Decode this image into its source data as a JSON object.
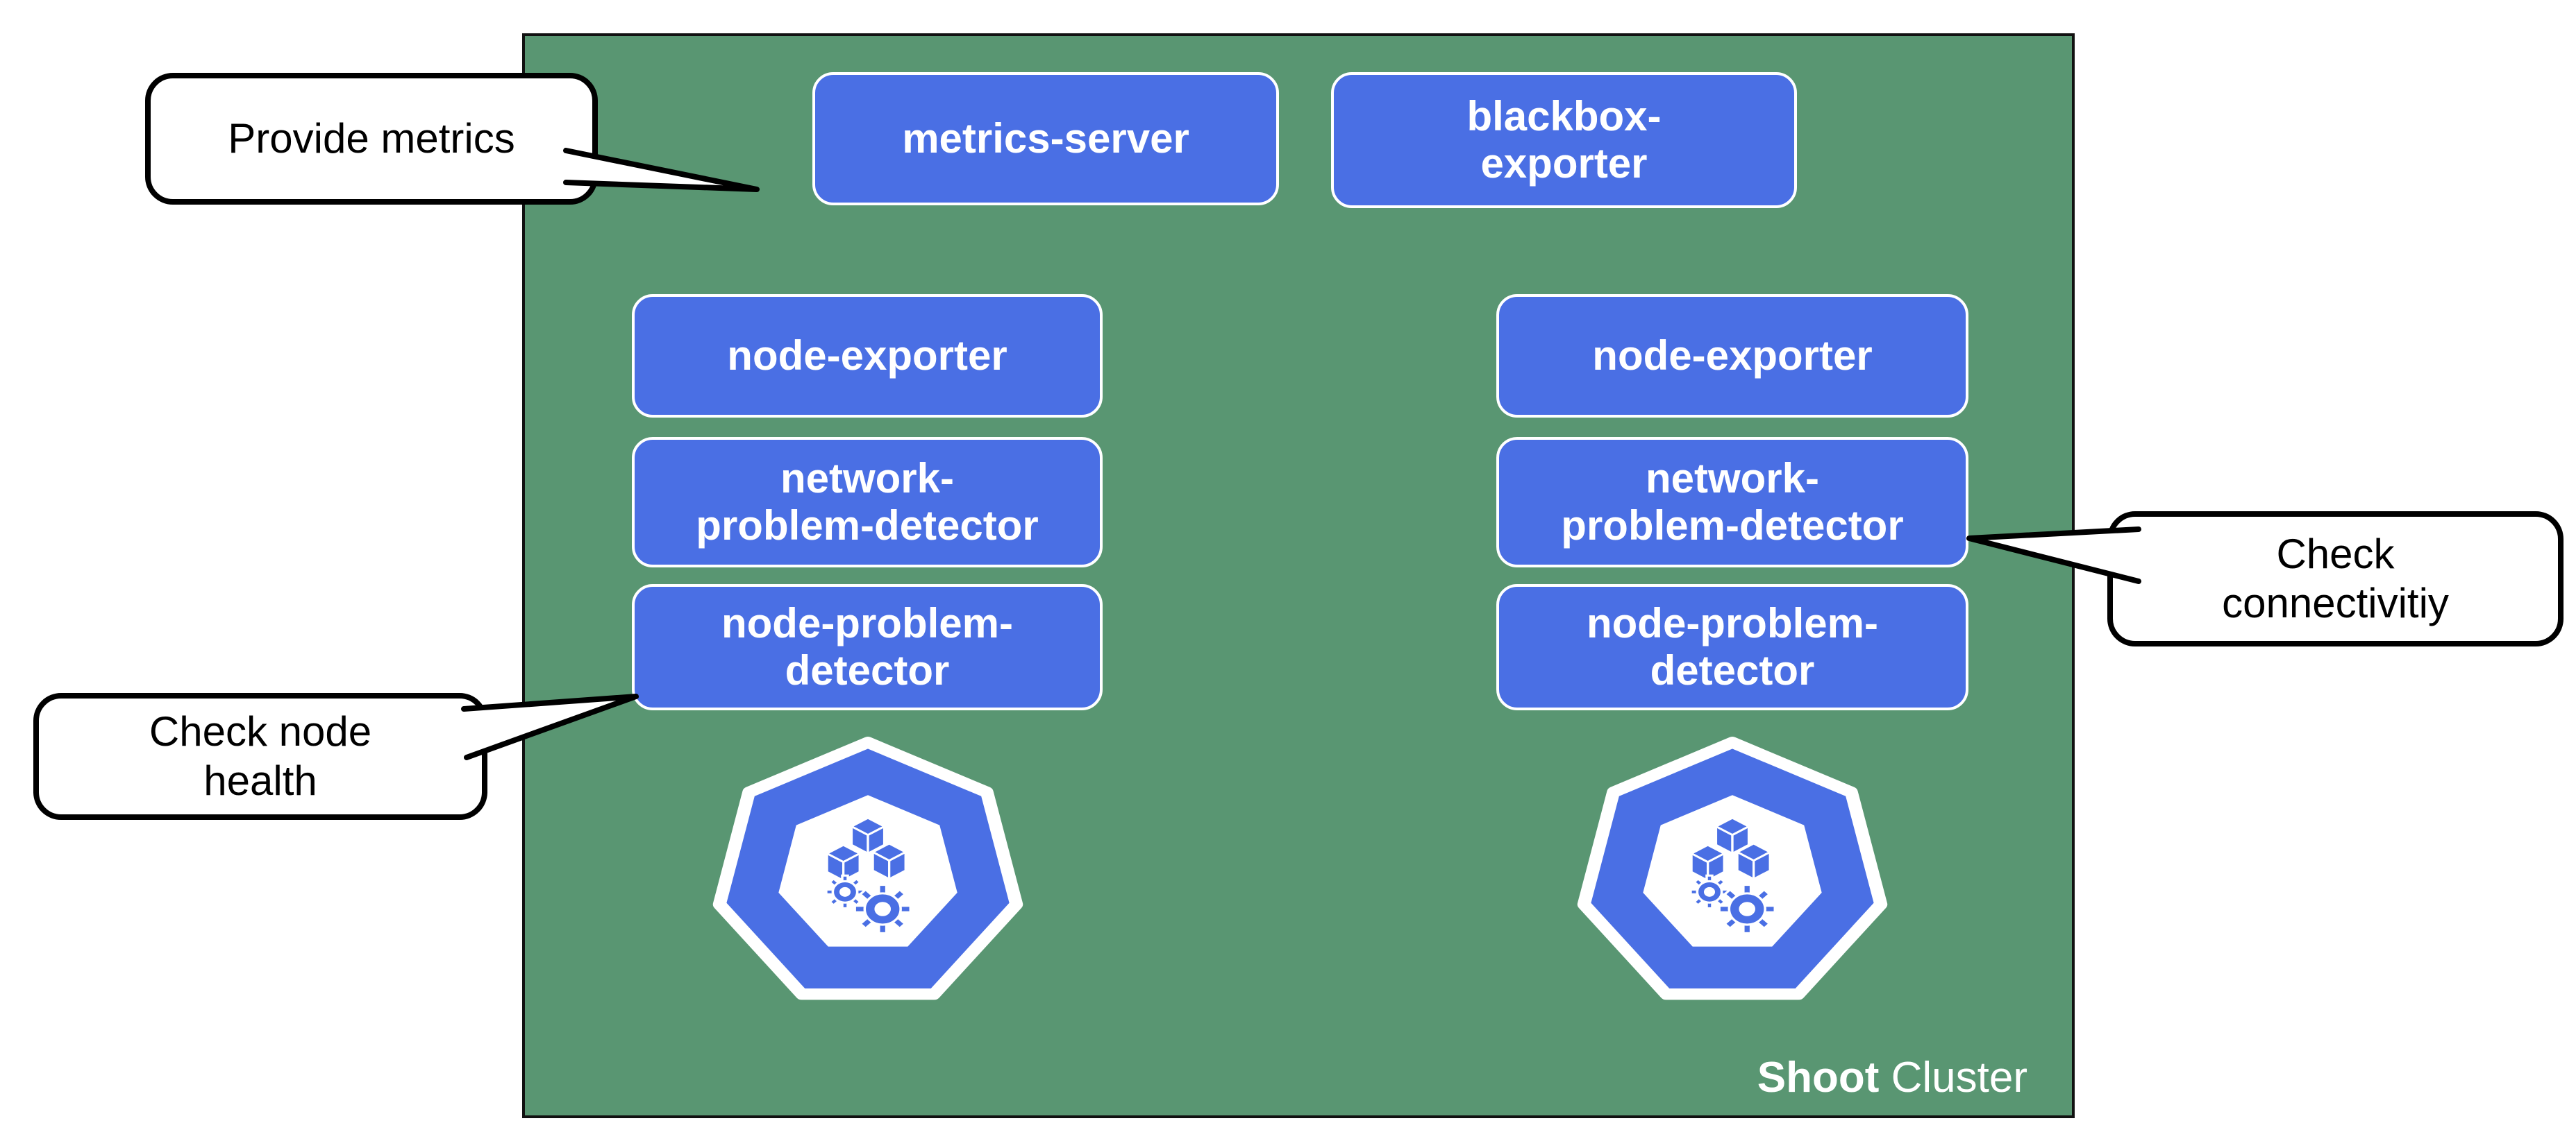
{
  "colors": {
    "cluster_green": "#599672",
    "box_blue": "#4a6fe4",
    "box_text": "#ffffff",
    "callout_bg": "#ffffff",
    "callout_border": "#000000"
  },
  "shoot_cluster": {
    "name": "Shoot",
    "suffix": " Cluster"
  },
  "pods": {
    "metrics_server": "metrics-server",
    "blackbox_exporter": "blackbox-\nexporter",
    "node_exporter": "node-exporter",
    "network_problem_detector": "network-\nproblem-detector",
    "node_problem_detector": "node-problem-\ndetector"
  },
  "callouts": {
    "provide_metrics": "Provide metrics",
    "check_node_health": "Check node\nhealth",
    "check_connectivity": "Check\nconnectivitiy"
  },
  "icons": {
    "kubernetes_node": "kubernetes-node-icon"
  }
}
